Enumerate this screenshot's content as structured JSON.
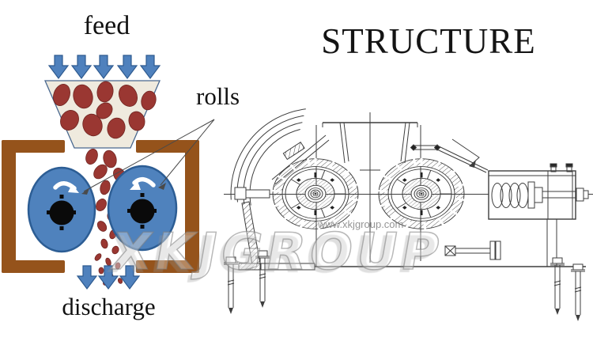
{
  "left_diagram": {
    "feed_label": "feed",
    "rolls_label": "rolls",
    "discharge_label": "discharge"
  },
  "right_diagram": {
    "title": "STRUCTURE"
  },
  "watermark": {
    "brand": "XKJGROUP",
    "website": "www.xkjgroup.com"
  },
  "colors": {
    "arrow_blue": "#4f81bd",
    "arrow_blue_dark": "#2e5a8f",
    "roll_blue": "#4f82bd",
    "roll_blue_dark": "#2c5d94",
    "material_red": "#9a3732",
    "material_red_dark": "#702622",
    "frame_brown": "#95531b",
    "funnel_fill": "#efeade",
    "funnel_border": "#49688f",
    "drawing_line": "#3d3d3d",
    "label_color": "#111111",
    "watermark_gray": "#8a8a8a"
  }
}
